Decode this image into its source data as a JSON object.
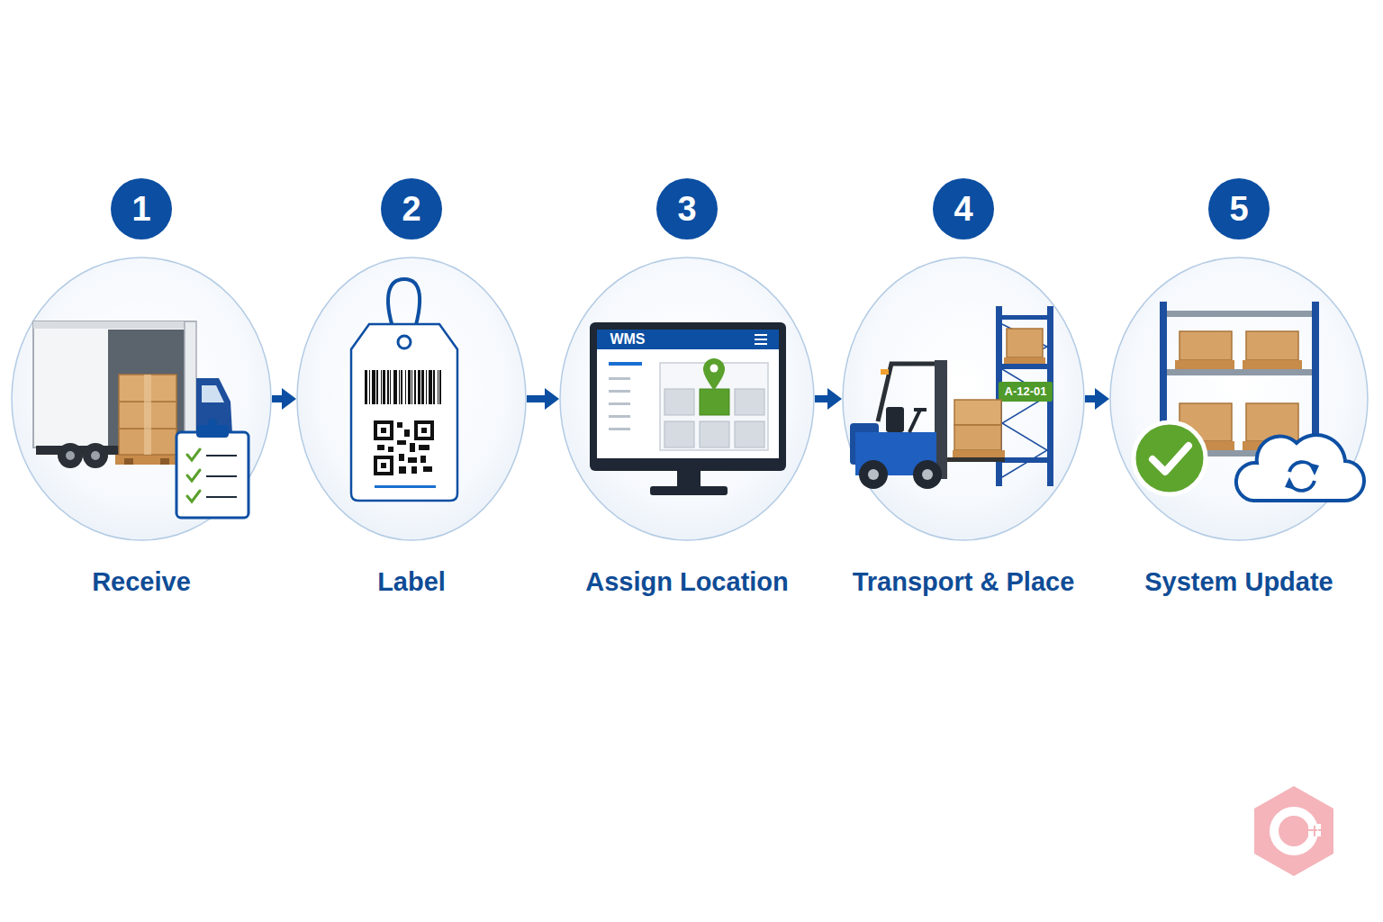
{
  "diagram": {
    "nodes": [
      {
        "text": [
          "1",
          "Receive"
        ]
      },
      {
        "text": [
          "2",
          "Label"
        ]
      },
      {
        "text": [
          "3",
          "Assign Location"
        ]
      },
      {
        "text": [
          "4",
          "Transport & Place"
        ]
      },
      {
        "text": [
          "5",
          "System Update"
        ]
      }
    ],
    "edges": [
      {
        "from": 0,
        "to": 1,
        "arrow": "to"
      },
      {
        "from": 1,
        "to": 2,
        "arrow": "to"
      },
      {
        "from": 2,
        "to": 3,
        "arrow": "to"
      },
      {
        "from": 3,
        "to": 4,
        "arrow": "to"
      }
    ],
    "labels": [
      "WMS",
      "A-12-01"
    ]
  }
}
